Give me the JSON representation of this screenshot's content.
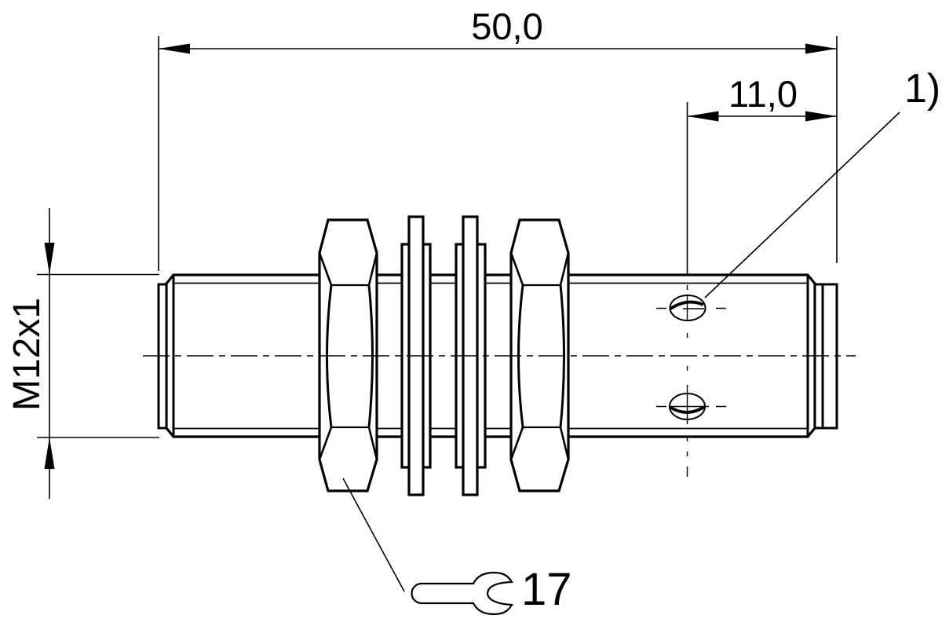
{
  "drawing": {
    "labels": {
      "total_length": "50,0",
      "hole_offset": "11,0",
      "thread_spec": "M12x1",
      "footnote_marker": "1)",
      "wrench_size": "17"
    },
    "colors": {
      "line": "#000000",
      "background": "#ffffff"
    },
    "icons": {
      "wrench": "open-end-wrench-icon"
    }
  }
}
